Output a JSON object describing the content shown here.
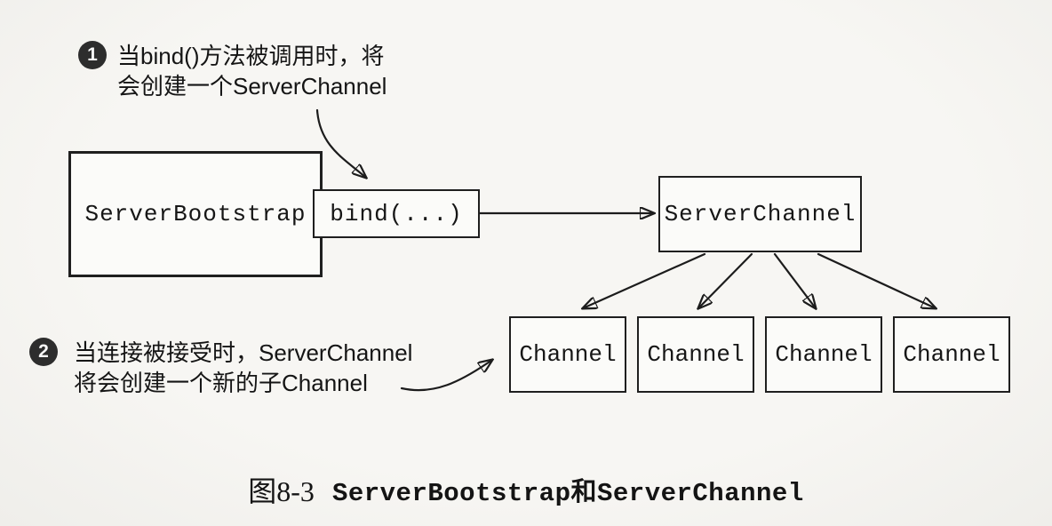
{
  "figure": {
    "caption_label": "图8-3",
    "caption_title": "ServerBootstrap和ServerChannel"
  },
  "annotations": [
    {
      "badge": "1",
      "line1": "当bind()方法被调用时，将",
      "line2": "会创建一个ServerChannel"
    },
    {
      "badge": "2",
      "line1": "当连接被接受时，ServerChannel",
      "line2": "将会创建一个新的子Channel"
    }
  ],
  "nodes": {
    "server_bootstrap": "ServerBootstrap",
    "bind_method": "bind(...)",
    "server_channel": "ServerChannel",
    "channels": [
      "Channel",
      "Channel",
      "Channel",
      "Channel"
    ]
  },
  "colors": {
    "ink": "#1c1c1c",
    "paper": "#f6f5f2",
    "box_fill": "#fbfbf9",
    "badge_fill": "#2d2d2d"
  }
}
